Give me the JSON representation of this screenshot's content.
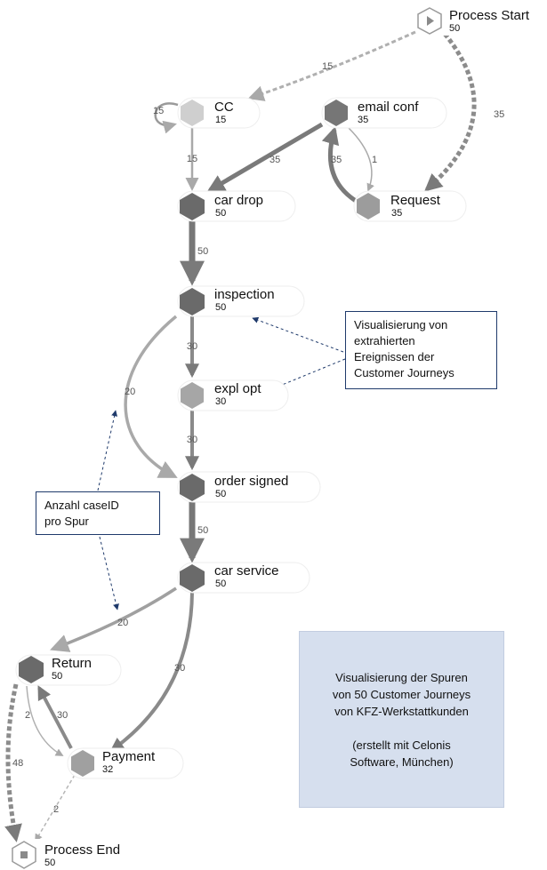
{
  "nodes": {
    "process_start": {
      "label": "Process Start",
      "count": "50"
    },
    "cc": {
      "label": "CC",
      "count": "15"
    },
    "email_conf": {
      "label": "email conf",
      "count": "35"
    },
    "car_drop": {
      "label": "car drop",
      "count": "50"
    },
    "request": {
      "label": "Request",
      "count": "35"
    },
    "inspection": {
      "label": "inspection",
      "count": "50"
    },
    "expl_opt": {
      "label": "expl opt",
      "count": "30"
    },
    "order_signed": {
      "label": "order signed",
      "count": "50"
    },
    "car_service": {
      "label": "car service",
      "count": "50"
    },
    "return": {
      "label": "Return",
      "count": "50"
    },
    "payment": {
      "label": "Payment",
      "count": "32"
    },
    "process_end": {
      "label": "Process End",
      "count": "50"
    }
  },
  "edges": {
    "start_cc": "15",
    "start_request": "35",
    "cc_self": "15",
    "cc_cardrop": "15",
    "email_cardrop": "35",
    "request_email": "35",
    "email_request": "1",
    "cardrop_inspection": "50",
    "inspection_expl": "30",
    "inspection_order": "20",
    "expl_order": "30",
    "order_service": "50",
    "service_return": "20",
    "service_payment": "30",
    "return_payment": "2",
    "payment_return": "30",
    "return_end": "48",
    "payment_end": "2"
  },
  "annotations": {
    "events_note": "Visualisierung von\nextrahierten\nEreignissen der\nCustomer Journeys",
    "caseid_note": "Anzahl caseID\npro Spur",
    "summary": "Visualisierung der Spuren\nvon 50 Customer Journeys\nvon KFZ-Werkstattkunden\n\n(erstellt mit Celonis\nSoftware, München)"
  },
  "colors": {
    "dark_node": "#6f6f6f",
    "mid_node": "#9a9a9a",
    "light_node": "#c9c9c9",
    "edge_dark": "#7a7a7a",
    "edge_light": "#a9a9a9",
    "note_border": "#1f3a6b",
    "summary_bg": "#d6dfee"
  }
}
